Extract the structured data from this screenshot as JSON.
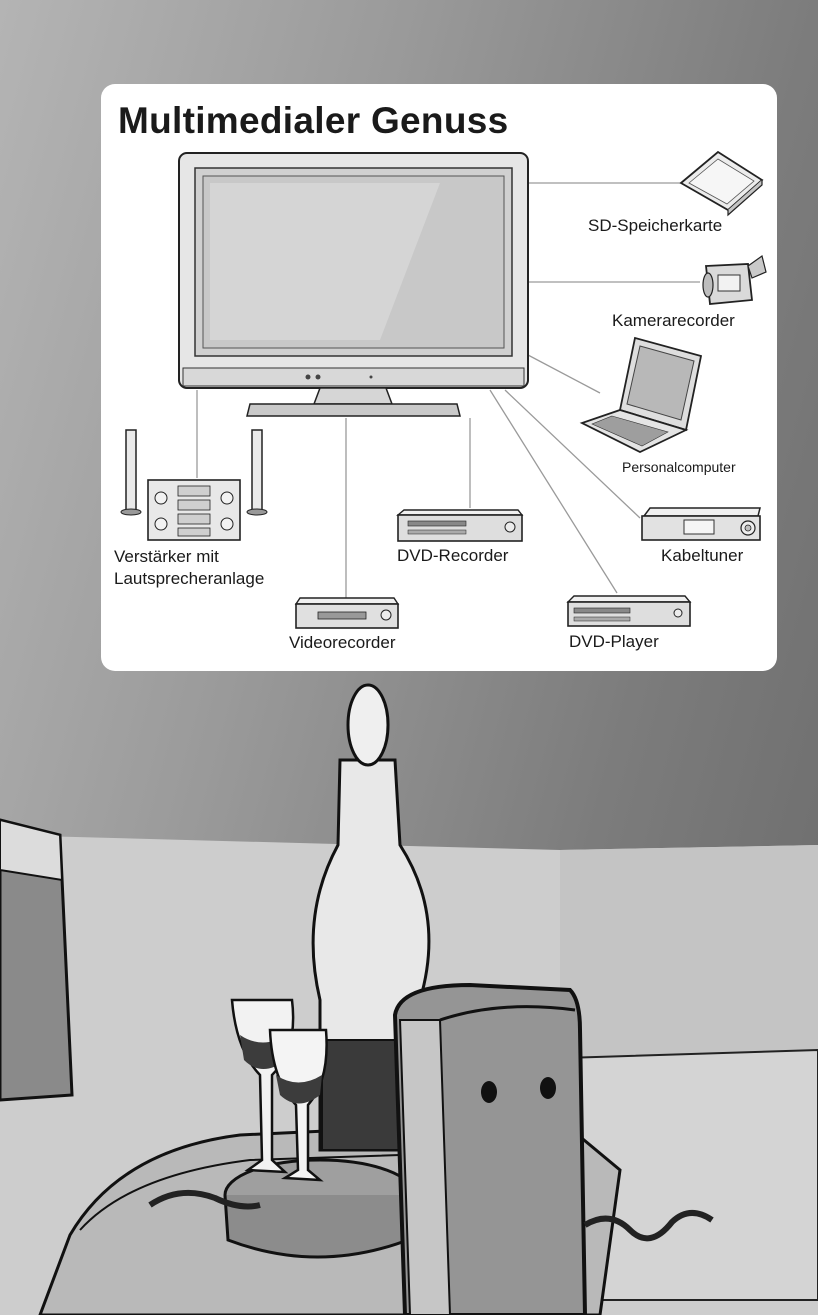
{
  "title": "Multimedialer Genuss",
  "devices": {
    "sd_card": "SD-Speicherkarte",
    "camcorder": "Kamerarecorder",
    "pc": "Personalcomputer",
    "cable_tuner": "Kabeltuner",
    "dvd_player": "DVD-Player",
    "dvd_recorder": "DVD-Recorder",
    "vcr": "Videorecorder",
    "amplifier_line1": "Verstärker mit",
    "amplifier_line2": "Lautsprecheranlage"
  },
  "colors": {
    "card": "#ffffff",
    "ink": "#1a1a1a",
    "wall_light": "#b4b4b4",
    "wall_dark": "#6a6a6a"
  }
}
